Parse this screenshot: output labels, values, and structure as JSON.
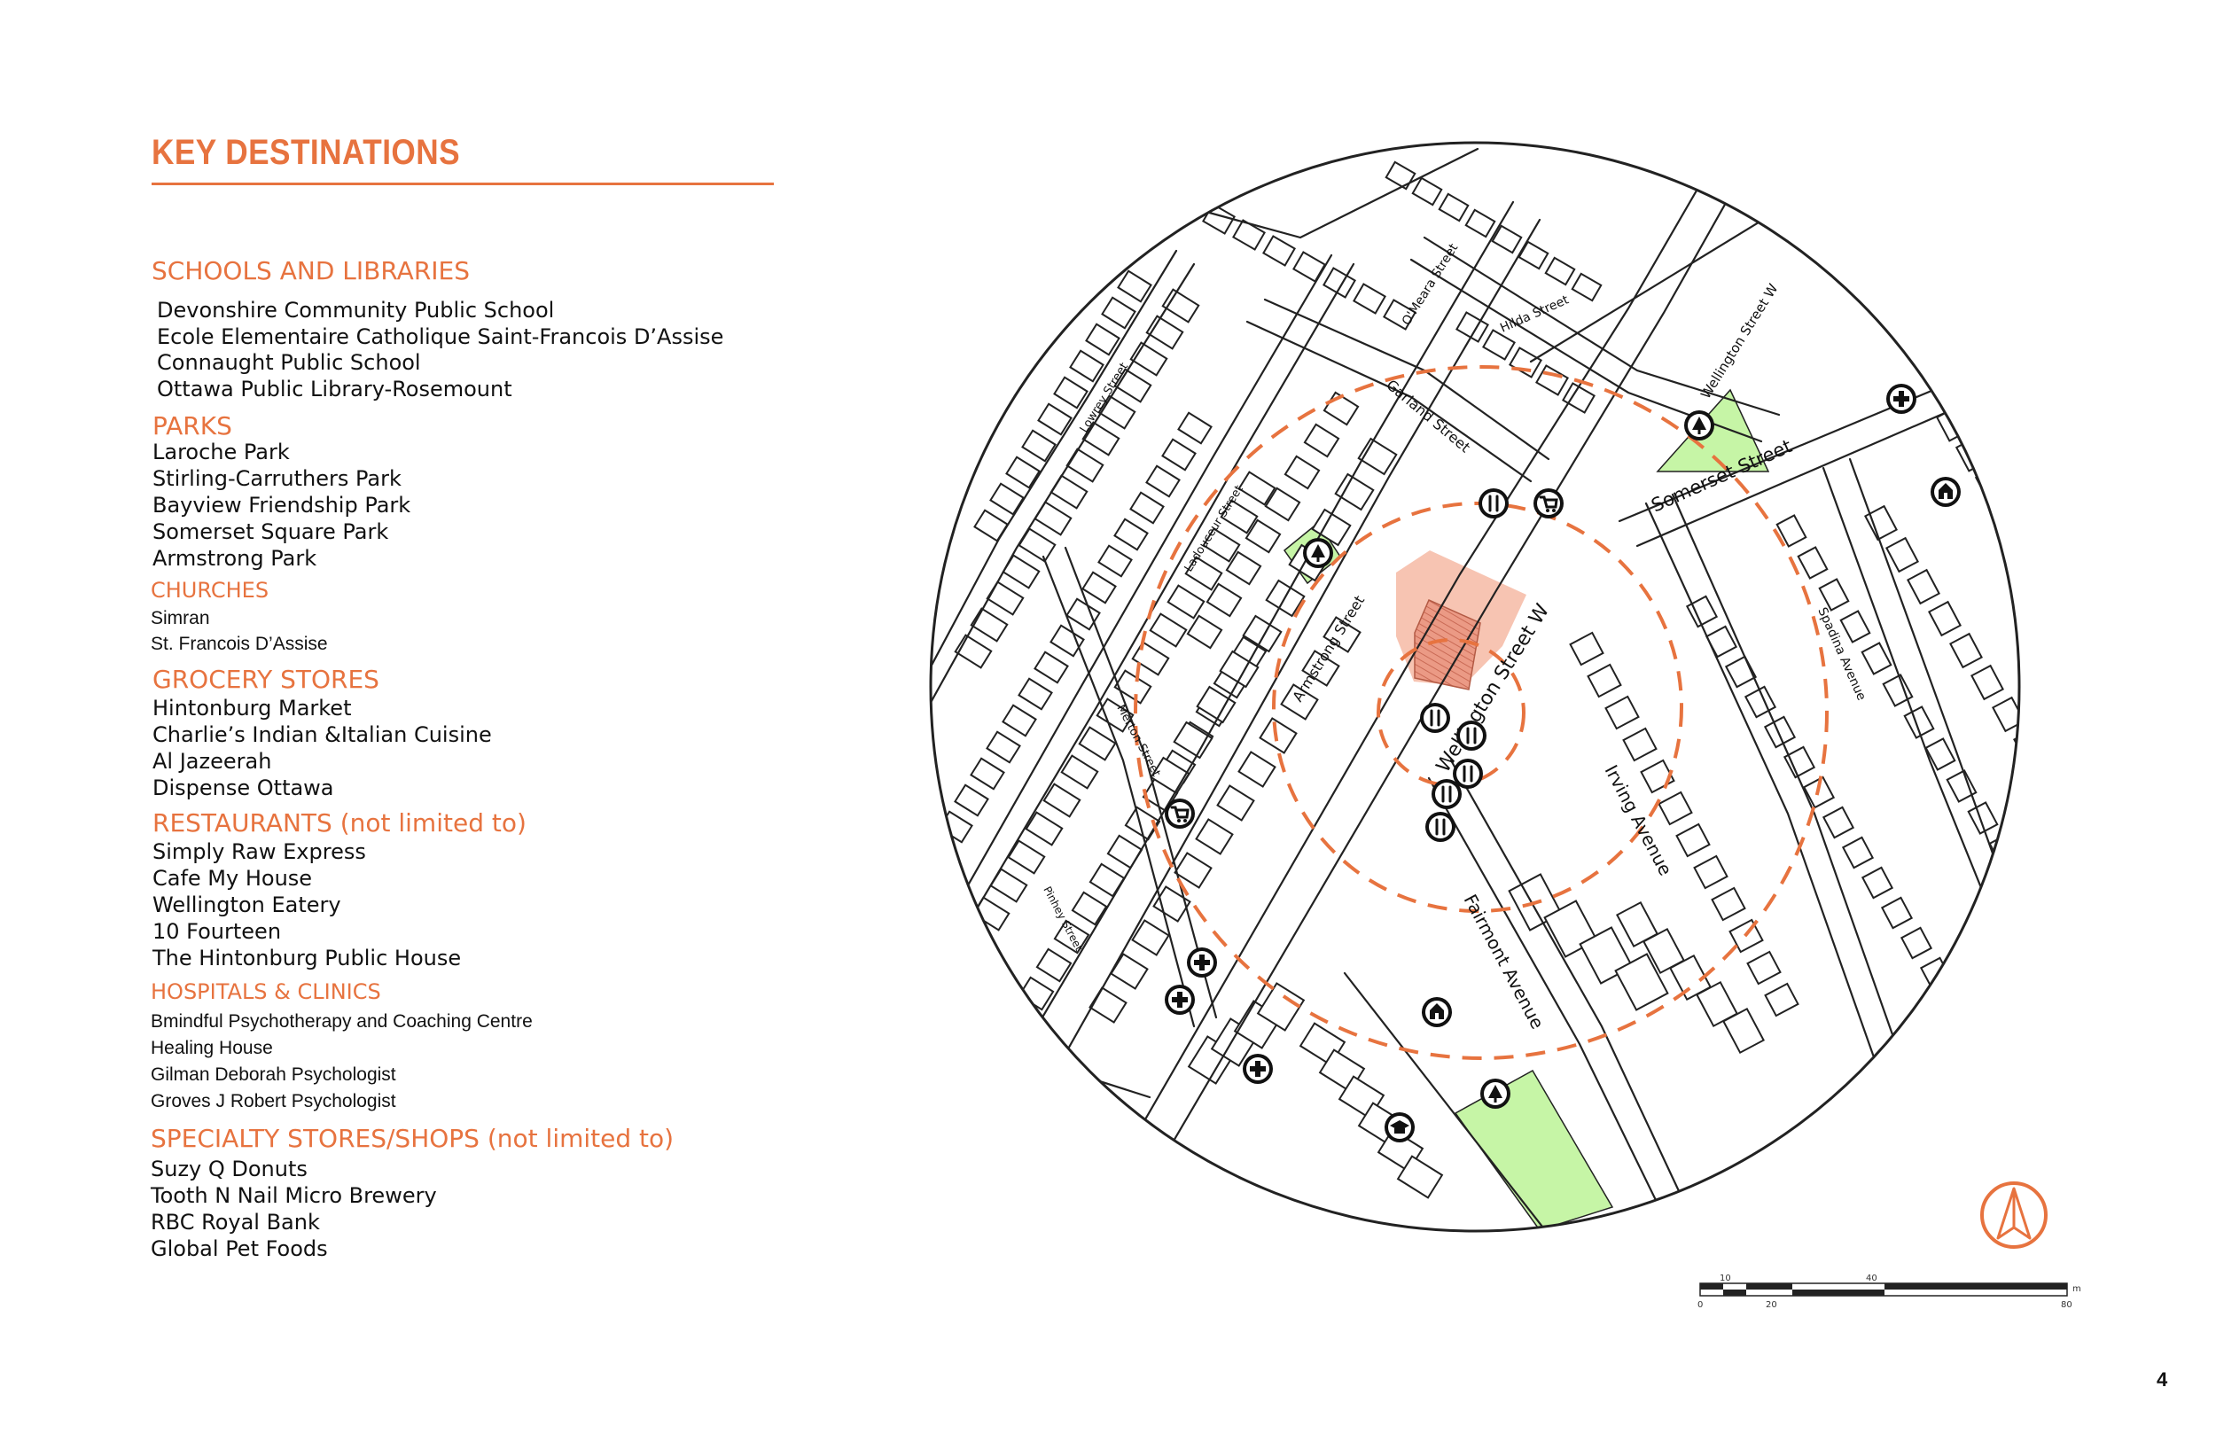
{
  "page": {
    "title": "KEY DESTINATIONS",
    "page_number": "4"
  },
  "categories": [
    {
      "heading": "SCHOOLS AND LIBRARIES",
      "items": [
        "Devonshire Community Public School",
        "Ecole Elementaire Catholique Saint-Francois D’Assise",
        "Connaught Public School",
        "Ottawa Public Library-Rosemount"
      ]
    },
    {
      "heading": "PARKS",
      "items": [
        "Laroche Park",
        "Stirling-Carruthers Park",
        "Bayview Friendship Park",
        "Somerset Square Park",
        "Armstrong Park"
      ]
    },
    {
      "heading": "CHURCHES",
      "items": [
        "Simran",
        "St. Francois D’Assise"
      ]
    },
    {
      "heading": "GROCERY STORES",
      "items": [
        "Hintonburg Market",
        "Charlie’s Indian &Italian Cuisine",
        "Al Jazeerah",
        "Dispense Ottawa"
      ]
    },
    {
      "heading": "RESTAURANTS (not limited to)",
      "items": [
        "Simply Raw Express",
        "Cafe My House",
        "Wellington Eatery",
        "10 Fourteen",
        "The Hintonburg Public House"
      ]
    },
    {
      "heading": "HOSPITALS & CLINICS",
      "items": [
        "Bmindful Psychotherapy and Coaching Centre",
        "Healing House",
        "Gilman Deborah Psychologist",
        "Groves J Robert Psychologist"
      ]
    },
    {
      "heading": "SPECIALTY STORES/SHOPS (not limited to)",
      "items": [
        "Suzy Q Donuts",
        "Tooth N Nail Micro Brewery",
        "RBC Royal Bank",
        "Global Pet Foods"
      ]
    }
  ],
  "map": {
    "street_labels": {
      "wellington_st_w": "Wellington Street W",
      "wellington_st_w_ne": "Wellington Street W",
      "somerset": "Somerset Street",
      "hilda": "Hilda Street",
      "omeara": "O'Meara Street",
      "garland": "Garland Street",
      "lowrey": "Lowrey Street",
      "ladouceur": "Ladouceur Street",
      "armstrong": "Armstrong Street",
      "merton": "Merton Street",
      "pinhey": "Pinhey Street",
      "fairmont": "Fairmont Avenue",
      "irving": "Irving Avenue",
      "spadina": "Spadina Avenue"
    },
    "colors": {
      "accent": "#e7733f",
      "park": "#c6f5a6",
      "site": "#f7c4b2",
      "site_hatch": "#e98f78",
      "street_line": "#222222"
    },
    "icons": {
      "parks": "tree-icon",
      "restaurants": "fork-knife-icon",
      "grocery": "shopping-cart-icon",
      "clinics": "medical-cross-icon",
      "churches": "church-icon",
      "schools": "graduation-cap-icon"
    },
    "scale_bar": {
      "unit": "m",
      "top_labels": [
        "10",
        "40"
      ],
      "bottom_labels": [
        "0",
        "20",
        "80"
      ]
    }
  }
}
